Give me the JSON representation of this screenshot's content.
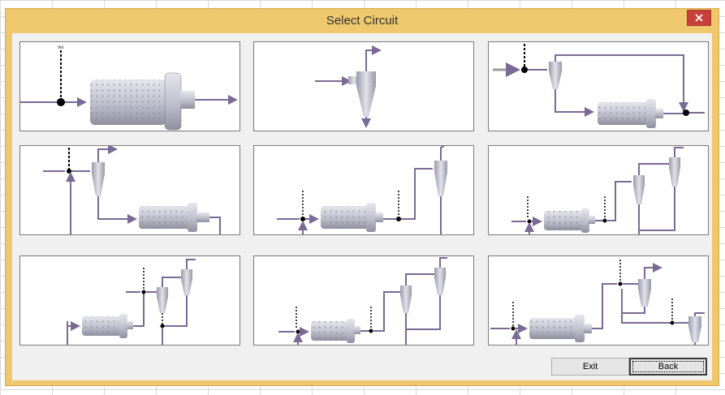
{
  "window": {
    "title": "Select Circuit",
    "close_glyph": "×"
  },
  "circuits": [
    {
      "id": "mill-only",
      "feed_label": "Vol"
    },
    {
      "id": "cyclone-only"
    },
    {
      "id": "cyclone-mill-closed"
    },
    {
      "id": "cyclone-mill-return"
    },
    {
      "id": "mill-cyclone-return"
    },
    {
      "id": "mill-two-cyclones-series"
    },
    {
      "id": "mill-two-cyclones-parallel"
    },
    {
      "id": "mill-two-cyclones-series-b"
    },
    {
      "id": "mill-two-cyclones-complex"
    }
  ],
  "buttons": {
    "exit": "Exit",
    "back": "Back"
  },
  "colors": {
    "title_bar": "#efc76d",
    "close": "#c9403a",
    "flow_line": "#7a6a95",
    "mill_body": "#c7c7d4"
  }
}
